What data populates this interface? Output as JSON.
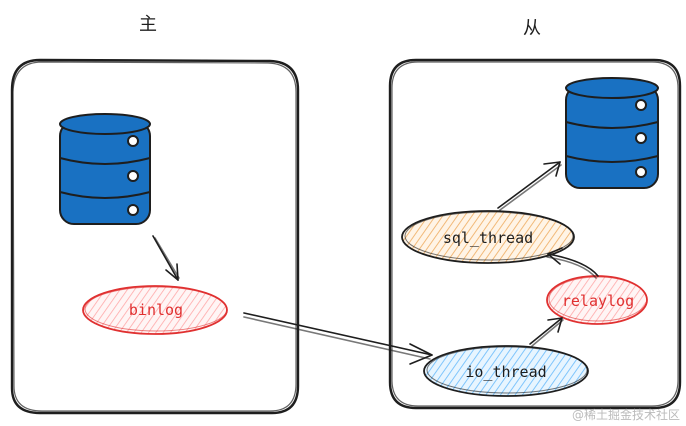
{
  "master": {
    "title": "主"
  },
  "slave": {
    "title": "从"
  },
  "nodes": {
    "binlog": "binlog",
    "io_thread": "io_thread",
    "relaylog": "relaylog",
    "sql_thread": "sql_thread"
  },
  "colors": {
    "db_fill": "#1971c2",
    "db_stroke": "#1e1e1e",
    "red_stroke": "#e03131",
    "red_fill": "#ffc9c9",
    "blue_fill": "#a5d8ff",
    "orange_fill": "#ffd8a8",
    "box_stroke": "#1e1e1e"
  },
  "watermark": "@稀土掘金技术社区"
}
